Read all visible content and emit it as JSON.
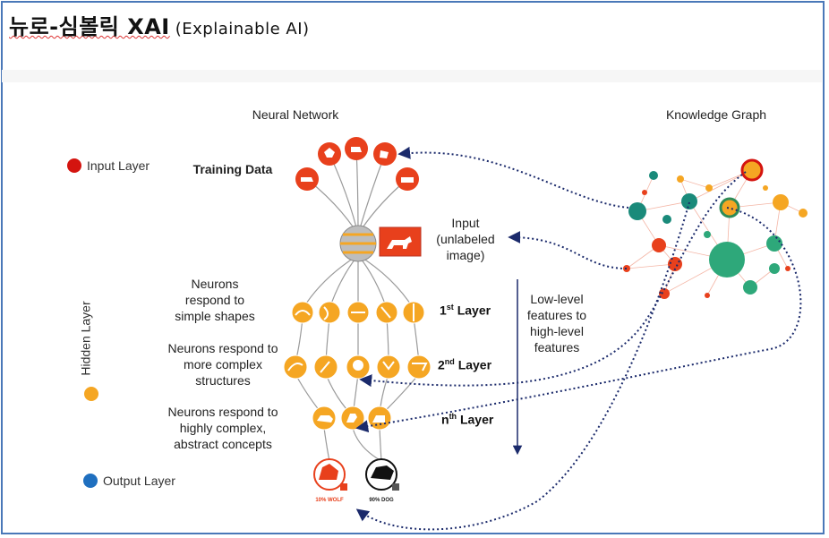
{
  "title": {
    "main": "뉴로-심볼릭 XAI",
    "sub": "(Explainable AI)"
  },
  "headers": {
    "neural_network": "Neural Network",
    "knowledge_graph": "Knowledge Graph"
  },
  "legend": {
    "input_layer": "Input Layer",
    "hidden_layer": "Hidden Layer",
    "output_layer": "Output Layer"
  },
  "labels": {
    "training_data": "Training Data",
    "input_unlabeled": "Input\n(unlabeled\nimage)",
    "neurons_simple": "Neurons\nrespond to\nsimple shapes",
    "neurons_complex": "Neurons respond to\nmore complex\nstructures",
    "neurons_abstract": "Neurons respond to\nhighly complex,\nabstract concepts",
    "features": "Low-level\nfeatures to\nhigh-level\nfeatures"
  },
  "layers": {
    "first_base": "1",
    "first_sup": "st",
    "first_word": "Layer",
    "second_base": "2",
    "second_sup": "nd",
    "second_word": "Layer",
    "nth_base": "n",
    "nth_sup": "th",
    "nth_word": "Layer"
  },
  "outputs": {
    "wolf": "10% WOLF",
    "dog": "90% DOG"
  },
  "colors": {
    "red": "#e8401c",
    "orange": "#f5a623",
    "blue": "#1f6fbf",
    "teal": "#1a8a7a",
    "green": "#3cb371",
    "navy": "#1b2a6b",
    "frame": "#4a78b8"
  }
}
